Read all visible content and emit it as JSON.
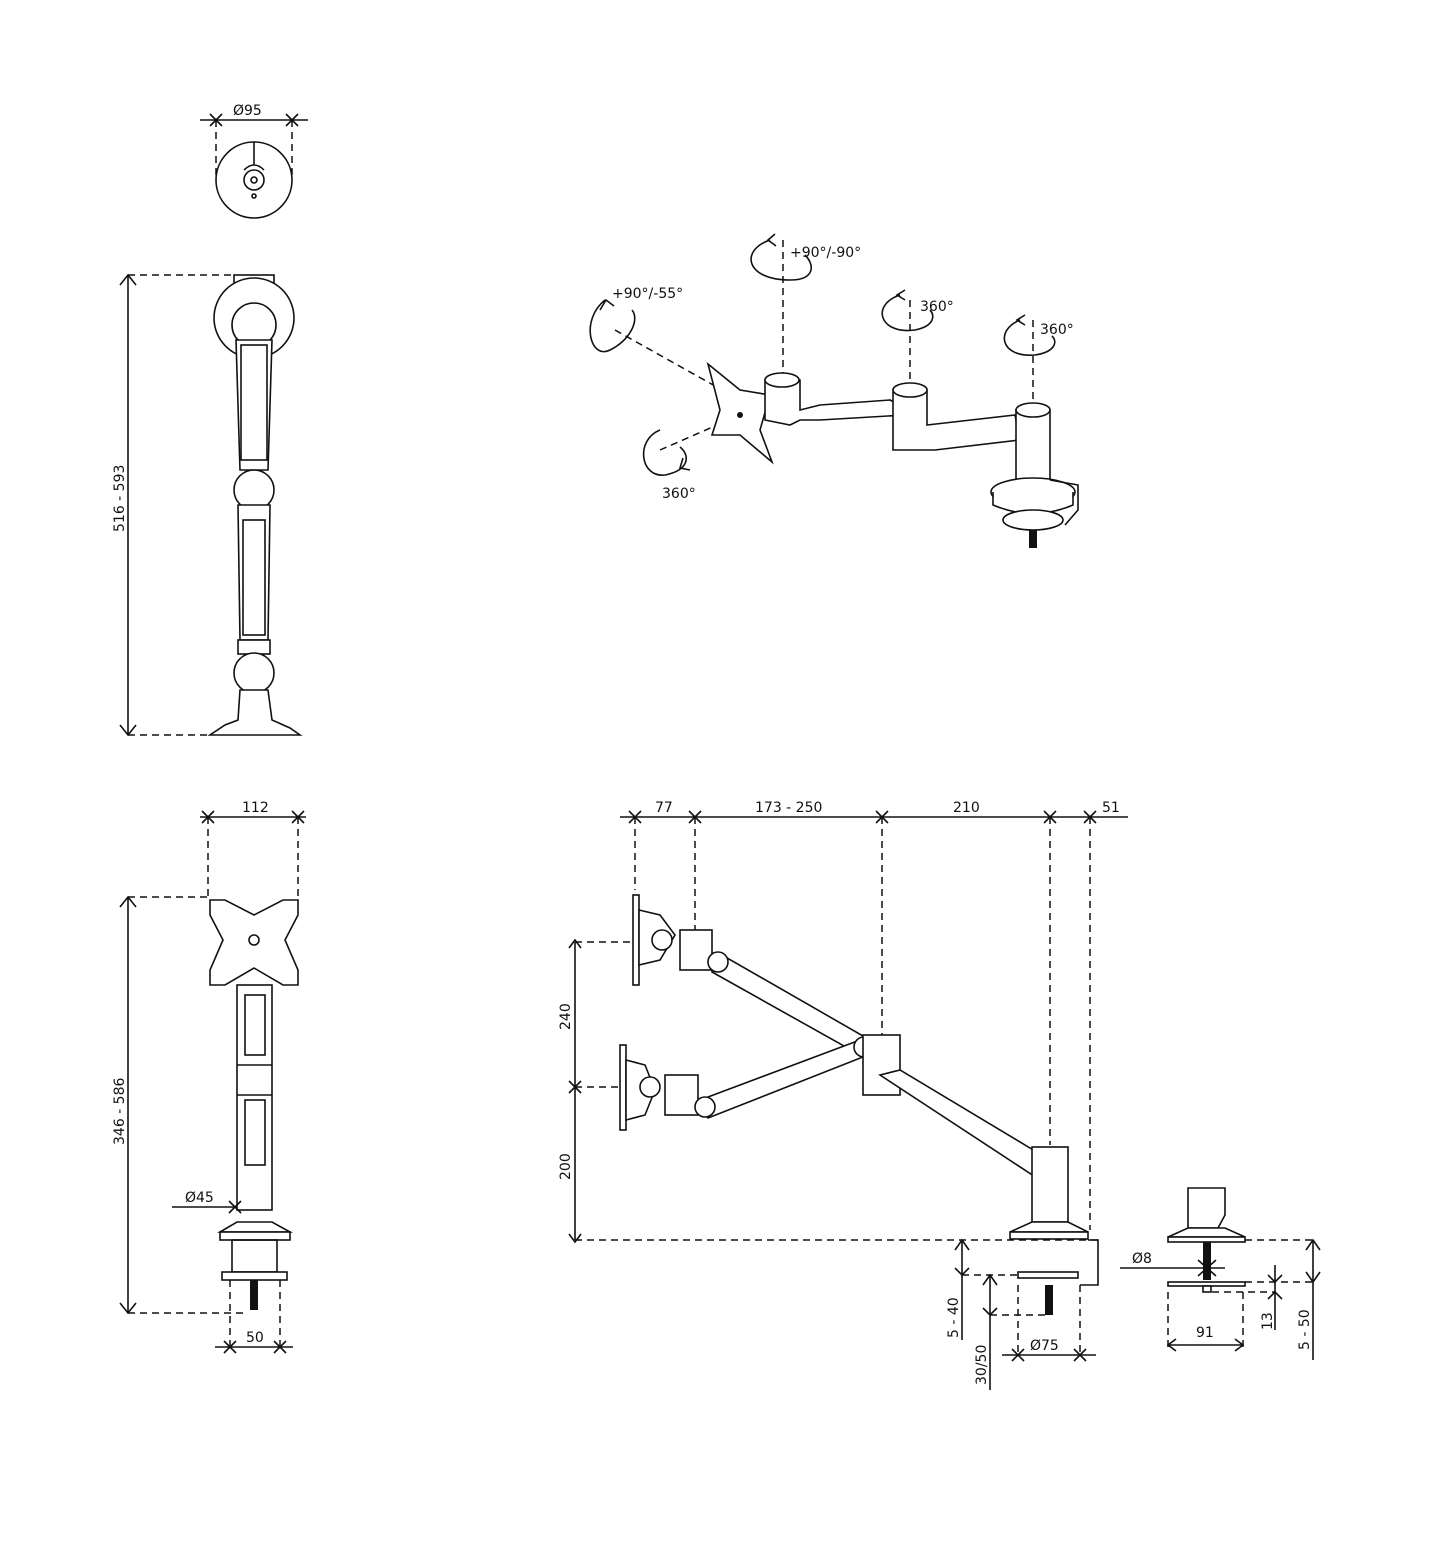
{
  "top_view": {
    "diameter": "Ø95"
  },
  "side_view": {
    "height_range": "516 - 593"
  },
  "rotations": {
    "tilt": "+90°/-55°",
    "pivot": "+90°/-90°",
    "joint_1": "360°",
    "joint_2": "360°",
    "screen_rotate": "360°"
  },
  "front_view": {
    "width": "112",
    "height_range": "346 - 586",
    "pole_diameter": "Ø45",
    "clamp_width": "50"
  },
  "reach_view": {
    "vesa_offset": "77",
    "arm_1_range": "173 - 250",
    "arm_2": "210",
    "base_offset": "51",
    "height_upper": "240",
    "height_lower": "200",
    "desk_thickness": "5 - 40",
    "clamp_depth": "30/50",
    "base_diameter": "Ø75"
  },
  "grommet_view": {
    "bolt_diameter": "Ø8",
    "plate_width": "91",
    "plate_thickness": "13",
    "desk_range": "5 - 50"
  },
  "colors": {
    "line": "#111111",
    "background": "#ffffff"
  }
}
